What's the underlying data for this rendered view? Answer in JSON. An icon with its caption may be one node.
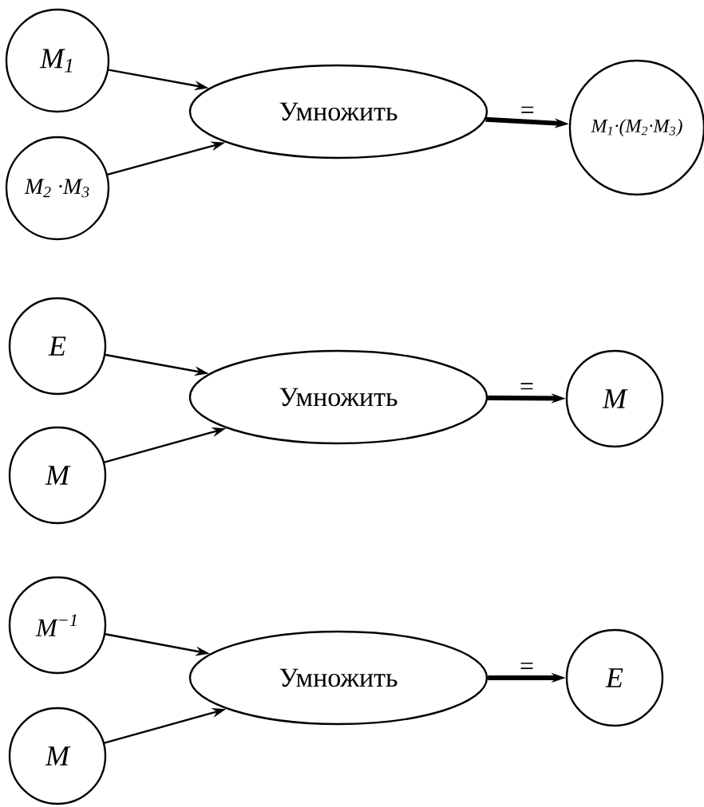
{
  "diagram": {
    "nodes": [
      {
        "text": [
          "M$_{1}$"
        ]
      },
      {
        "text": [
          "M$_{2}$ ·M$_{3}$"
        ]
      },
      {
        "text": [
          "Умножить"
        ]
      },
      {
        "text": [
          "M$_{1}$·(M$_{2}$·M$_{3}$)"
        ]
      },
      {
        "text": [
          "E"
        ]
      },
      {
        "text": [
          "M"
        ]
      },
      {
        "text": [
          "Умножить"
        ]
      },
      {
        "text": [
          "M"
        ]
      },
      {
        "text": [
          "M$^{−1}$"
        ]
      },
      {
        "text": [
          "M"
        ]
      },
      {
        "text": [
          "Умножить"
        ]
      },
      {
        "text": [
          "E"
        ]
      }
    ],
    "edges": [
      {
        "from": 0,
        "to": 2,
        "arrow": "to"
      },
      {
        "from": 1,
        "to": 2,
        "arrow": "to"
      },
      {
        "from": 2,
        "to": 3,
        "arrow": "to",
        "label": "=",
        "style": "thick"
      },
      {
        "from": 4,
        "to": 6,
        "arrow": "to"
      },
      {
        "from": 5,
        "to": 6,
        "arrow": "to"
      },
      {
        "from": 6,
        "to": 7,
        "arrow": "to",
        "label": "=",
        "style": "thick"
      },
      {
        "from": 8,
        "to": 10,
        "arrow": "to"
      },
      {
        "from": 9,
        "to": 10,
        "arrow": "to"
      },
      {
        "from": 10,
        "to": 11,
        "arrow": "to",
        "label": "=",
        "style": "thick"
      }
    ]
  }
}
